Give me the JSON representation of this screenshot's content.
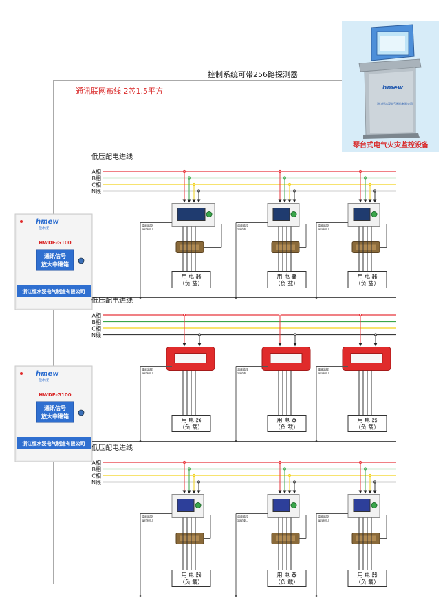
{
  "header": {
    "control_caption": "控制系统可带256路探测器",
    "wiring_note": "通讯联网布线 2芯1.5平方"
  },
  "console": {
    "caption": "琴台式电气火灾监控设备",
    "brand": "hmew",
    "nameplate": "浙江恒冰浸电气制造有限公司"
  },
  "repeater": {
    "brand": "hmew",
    "brand_sub": "恒水浸",
    "model": "HWDF-G100",
    "label_line1": "通讯信号",
    "label_line2": "放大中继箱",
    "company": "浙江恒水浸电气制造有限公司"
  },
  "sections": [
    {
      "title": "低压配电进线",
      "phases": [
        "A相",
        "B相",
        "C相",
        "N线"
      ],
      "units": [
        {
          "note_line1": "温度监控",
          "note_line2": "温控接口",
          "load_line1": "用 电 器",
          "load_line2": "（负 载）"
        },
        {
          "note_line1": "温度监控",
          "note_line2": "温控接口",
          "load_line1": "用 电 器",
          "load_line2": "（负 载）"
        },
        {
          "note_line1": "温度监控",
          "note_line2": "温控接口",
          "load_line1": "用 电 器",
          "load_line2": "（负 载）"
        }
      ]
    },
    {
      "title": "低压配电进线",
      "phases": [
        "A相",
        "B相",
        "C相",
        "N线"
      ],
      "units": [
        {
          "note_line1": "温度监控",
          "note_line2": "温控接口",
          "load_line1": "用 电 器",
          "load_line2": "（负 载）"
        },
        {
          "note_line1": "温度监控",
          "note_line2": "温控接口",
          "load_line1": "用 电 器",
          "load_line2": "（负 载）"
        },
        {
          "note_line1": "温度监控",
          "note_line2": "温控接口",
          "load_line1": "用 电 器",
          "load_line2": "（负 载）"
        }
      ]
    },
    {
      "title": "低压配电进线",
      "phases": [
        "A相",
        "B相",
        "C相",
        "N线"
      ],
      "units": [
        {
          "note_line1": "温度监控",
          "note_line2": "温控接口",
          "load_line1": "用 电 器",
          "load_line2": "（负 载）"
        },
        {
          "note_line1": "温度监控",
          "note_line2": "温控接口",
          "load_line1": "用 电 器",
          "load_line2": "（负 载）"
        },
        {
          "note_line1": "温度监控",
          "note_line2": "温控接口",
          "load_line1": "用 电 器",
          "load_line2": "（负 载）"
        }
      ]
    }
  ],
  "colors": {
    "phase_a": "#e8343a",
    "phase_b": "#3aa64b",
    "phase_c": "#f2d21b",
    "phase_n": "#3a3a3a",
    "accent_red": "#d92828",
    "detector_red": "#e02b2b",
    "repeater_blue": "#2f6fd0",
    "console_blue": "#4d8fd9"
  },
  "icons": {
    "brand_logo": "hmew-logo-icon",
    "console": "monitoring-console-icon",
    "detector": "residual-current-detector-icon",
    "transformer": "current-transformer-icon"
  }
}
